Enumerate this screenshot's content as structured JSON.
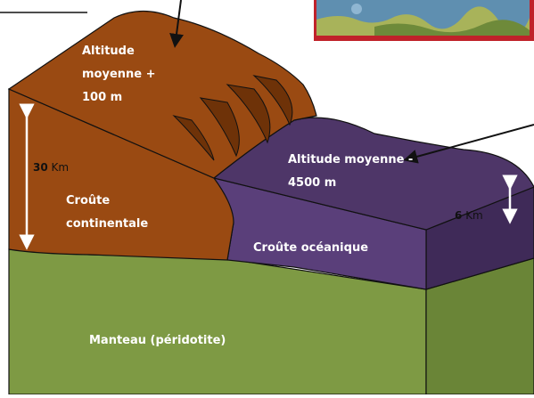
{
  "labels": {
    "altitude_continent": [
      "Altitude",
      "moyenne +",
      "100 m"
    ],
    "altitude_ocean": [
      "Altitude moyenne -",
      "4500 m"
    ],
    "crust_continental": [
      "Croûte",
      "continentale"
    ],
    "crust_oceanic": "Croûte océanique",
    "mantle": "Manteau (péridotite)"
  },
  "dimensions": {
    "continental_thickness": {
      "value": "30",
      "unit": "Km"
    },
    "oceanic_thickness": {
      "value": "6",
      "unit": "Km"
    }
  },
  "colors": {
    "continental": "#9a4a12",
    "continental_dark": "#6e3208",
    "oceanic": "#5a3f7a",
    "oceanic_dark": "#3f2a58",
    "mantle": "#7e9a44",
    "mantle_dark": "#6a8537",
    "outline": "#111111"
  }
}
